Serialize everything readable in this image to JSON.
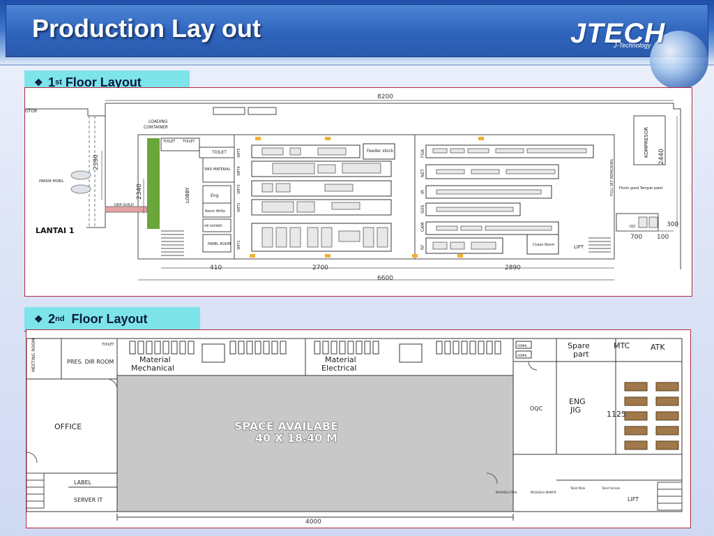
{
  "header": {
    "title": "Production Lay out",
    "logo_text": "JTECH",
    "logo_subtitle": "J-Technology"
  },
  "floor1": {
    "tab_label_pre": "1",
    "tab_label_sup": "st",
    "tab_label_post": "Floor Layout",
    "dims": {
      "total_width": "8200",
      "left_height": "2390",
      "right_height": "2440",
      "seg_a": "410",
      "seg_b": "2700",
      "seg_c": "2890",
      "seg_total": "6600",
      "room_w1": "700",
      "room_w2": "100",
      "room_h": "300",
      "lobby_h": "2340"
    },
    "labels": {
      "lantai": "LANTAI 1",
      "loading": "LOADING",
      "container": "CONTAINER",
      "parkir": "PARKIR MOBIL",
      "lobby": "LOBBY",
      "toilet1": "TOILET",
      "toilet2": "TOILET",
      "toilet3": "TOILET",
      "smd_material": "SMD MATERIAL",
      "eng": "Eng",
      "room_write": "Room Write",
      "air_shower": "AIR SHOWER",
      "panel_room": "PANEL ROOM",
      "feeder_stock": "Feeder stock",
      "compressor": "KOMPRESOR",
      "fg_repack": "FULL SET REPACKING",
      "finish_good": "Finish good Tempat palet",
      "clean_room": "CLean Room",
      "lift": "LIFT",
      "iqc": "IQC",
      "motor": "OTOR",
      "smt1": "SMT1",
      "smt2": "SMT2",
      "smt3": "SMT3",
      "smt4": "SMT4",
      "smt5": "SMT5",
      "fga": "FGA",
      "net": "NET",
      "ir": "IR",
      "sos": "SOS",
      "cam": "CAM",
      "rf": "RF",
      "gea": "GEA GUILD"
    }
  },
  "floor2": {
    "tab_label_pre": "2",
    "tab_label_sup": "nd",
    "tab_label_post": "Floor Layout",
    "labels": {
      "meeting": "MEETING ROOM",
      "pres_dir": "PRES. DIR ROOM",
      "toilet": "TOILET",
      "office": "OFFICE",
      "label": "LABEL",
      "server": "SERVER IT",
      "mat_mech_1": "Material",
      "mat_mech_2": "Mechanical",
      "mat_elec_1": "Material",
      "mat_elec_2": "Electrical",
      "space_1": "SPACE AVAILABE",
      "space_2": "40 X 18.40 M",
      "spare_part_1": "Spare",
      "spare_part_2": "part",
      "mtc": "MTC",
      "atk": "ATK",
      "oqc": "OQC",
      "eng_jig_1": "ENG",
      "eng_jig_2": "JIG",
      "dim_1125": "1125",
      "lift": "LIFT",
      "toilet_male": "Toilet Male",
      "toilet_female": "Toilet Female",
      "mushola_pria": "MUSHOLA PRIA",
      "mushola_wanita": "MUSHOLA WANITA",
      "admin1": "ADMIN",
      "admin2": "ADMIN",
      "dim_4000": "4000"
    }
  },
  "colors": {
    "tab": "#7de4ea",
    "frame_border": "#b02a3a",
    "header": "#2f64bc",
    "floor_gray": "#c8c8c8",
    "green_strip": "#6aa63a",
    "yellow_mark": "#f0b030",
    "bench": "#a0784a"
  }
}
